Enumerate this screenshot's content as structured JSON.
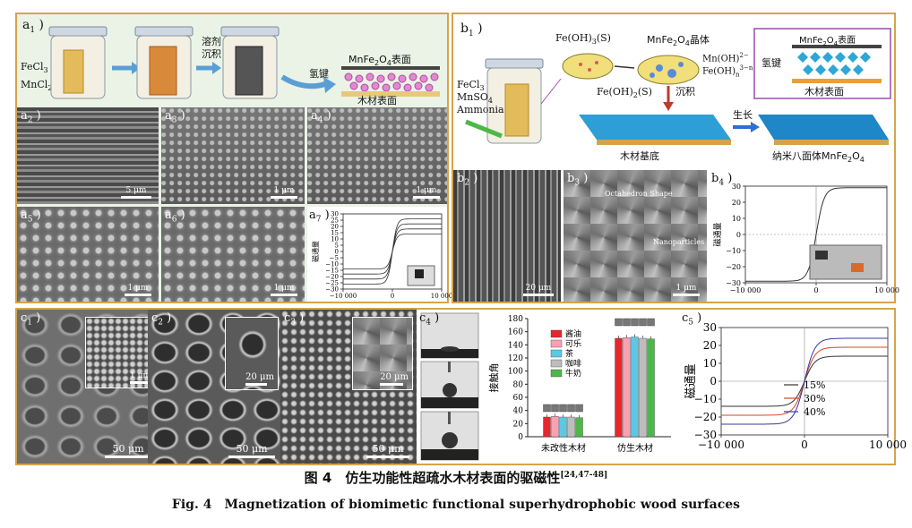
{
  "panel_a": {
    "labels": {
      "a1": "a",
      "a1_sub": "1",
      "a2": "a",
      "a2_sub": "2",
      "a3": "a",
      "a3_sub": "3",
      "a4": "a",
      "a4_sub": "4",
      "a5": "a",
      "a5_sub": "5",
      "a6": "a",
      "a6_sub": "6",
      "a7": "a",
      "a7_sub": "7"
    },
    "schematic": {
      "fecl": "FeCl",
      "fecl_sub": "3",
      "mncl": "MnCl",
      "mncl_sub": "2",
      "step": "溶剂",
      "step2": "沉积",
      "top_surface": "MnFe",
      "top_sub1": "2",
      "top_surface2": "O",
      "top_sub2": "4",
      "top_surface3": "表面",
      "hbond": "氢键",
      "wood_surface": "木材表面"
    },
    "scalebars": {
      "a2": "5 μm",
      "a3": "1 μm",
      "a4": "1 μm",
      "a5": "1 μm",
      "a6": "1 μm"
    },
    "a7_ylabel": "磁通量"
  },
  "panel_b": {
    "labels": {
      "b1": "b",
      "b1_sub": "1",
      "b2": "b",
      "b2_sub": "2",
      "b3": "b",
      "b3_sub": "3",
      "b4": "b",
      "b4_sub": "4"
    },
    "schematic": {
      "fecl": "FeCl",
      "fecl_sub": "3",
      "mnso": "MnSO",
      "mnso_sub": "4",
      "ammonia": "Ammonia",
      "feoh3": "Fe(OH)",
      "feoh3_sub": "3",
      "feoh3_tail": "(S)",
      "feoh2": "Fe(OH)",
      "feoh2_sub": "2",
      "feoh2_tail": "(S)",
      "crystal": "MnFe",
      "crystal_sub1": "2",
      "crystal2": "O",
      "crystal_sub2": "4",
      "crystal3": "晶体",
      "mnoh": "Mn(OH)",
      "mnoh_sup": "2−",
      "feohn": "Fe(OH)",
      "feohn_sub": "n",
      "feohn_sup": "3−n",
      "deposit": "沉积",
      "substrate": "木材基底",
      "grow": "生长",
      "top_surface": "MnFe",
      "top_sub1": "2",
      "top_surface2": "O",
      "top_sub2": "4",
      "top_surface3": "表面",
      "hbond": "氢键",
      "wood_surface": "木材表面",
      "nano": "纳米八面体MnFe",
      "nano_sub1": "2",
      "nano2": "O",
      "nano_sub2": "4"
    },
    "scalebars": {
      "b2": "20 μm",
      "b3": "1 μm"
    },
    "b3_annotations": {
      "octa": "Octahedron Shape",
      "nano": "Nanoparticles"
    },
    "b4_ylabel": "磁通量"
  },
  "panel_c": {
    "labels": {
      "c1": "c",
      "c1_sub": "1",
      "c2": "c",
      "c2_sub": "2",
      "c3": "c",
      "c3_sub": "3",
      "c4": "c",
      "c4_sub": "4",
      "c5": "c",
      "c5_sub": "5"
    },
    "scalebars": {
      "c1_main": "50 μm",
      "c1_inset": "1 μm",
      "c2_main": "50 μm",
      "c2_inset": "20 μm",
      "c3_main": "50 μm",
      "c3_inset": "20 μm"
    },
    "c4_ylabel": "接触角",
    "c5_ylabel": "磁通量"
  },
  "caption": {
    "cn": "图 4　仿生功能性超疏水木材表面的驱磁性",
    "cn_ref": "[24,47-48]",
    "en": "Fig. 4　Magnetization of biomimetic functional superhydrophobic wood surfaces"
  },
  "colors": {
    "frame": "#d6a34a",
    "sauce": "#e8262b",
    "cola": "#f7a1b4",
    "tea": "#5bc8e6",
    "coffee": "#bdbdbd",
    "milk": "#4db847"
  },
  "chart_data": [
    {
      "id": "a7",
      "type": "line",
      "xlim": [
        -10000,
        10000
      ],
      "ylim": [
        -30,
        30
      ],
      "xticks": [
        "−10 000",
        "0",
        "10 000"
      ],
      "yticks": [
        "30",
        "25",
        "20",
        "15",
        "10",
        "5",
        "0",
        "−5",
        "−10",
        "−15",
        "−20",
        "−25",
        "−30"
      ],
      "ylabel": "磁通量",
      "series": [
        {
          "sat": 26,
          "k": 0.0011
        },
        {
          "sat": 22,
          "k": 0.0011
        },
        {
          "sat": 18,
          "k": 0.0011
        },
        {
          "sat": 14,
          "k": 0.0011
        }
      ]
    },
    {
      "id": "b4",
      "type": "line",
      "xlim": [
        -10000,
        10000
      ],
      "ylim": [
        -30,
        30
      ],
      "xticks": [
        "−10 000",
        "0",
        "10 000"
      ],
      "yticks": [
        "30",
        "20",
        "10",
        "0",
        "−10",
        "−20",
        "−30"
      ],
      "ylabel": "磁通量",
      "series": [
        {
          "sat": 29,
          "k": 0.0009
        }
      ]
    },
    {
      "id": "c4",
      "type": "bar",
      "ylim": [
        0,
        180
      ],
      "yticks": [
        "0",
        "20",
        "40",
        "60",
        "80",
        "100",
        "120",
        "140",
        "160",
        "180"
      ],
      "ylabel": "接触角",
      "categories": [
        "未改性木材",
        "仿生木材"
      ],
      "series": [
        {
          "name": "酱油",
          "color": "#e8262b",
          "values": [
            30,
            150
          ]
        },
        {
          "name": "可乐",
          "color": "#f7a1b4",
          "values": [
            31,
            151
          ]
        },
        {
          "name": "茶",
          "color": "#5bc8e6",
          "values": [
            30,
            152
          ]
        },
        {
          "name": "咖啡",
          "color": "#bdbdbd",
          "values": [
            30,
            150
          ]
        },
        {
          "name": "牛奶",
          "color": "#4db847",
          "values": [
            29,
            149
          ]
        }
      ]
    },
    {
      "id": "c5",
      "type": "line",
      "xlim": [
        -10000,
        10000
      ],
      "ylim": [
        -30,
        30
      ],
      "xticks": [
        "−10 000",
        "0",
        "10 000"
      ],
      "yticks": [
        "30",
        "20",
        "10",
        "0",
        "−10",
        "−20",
        "−30"
      ],
      "ylabel": "磁通量",
      "series": [
        {
          "name": "15%",
          "color": "#333333",
          "sat": 14,
          "k": 0.0008
        },
        {
          "name": "30%",
          "color": "#d04a2a",
          "sat": 19,
          "k": 0.0008
        },
        {
          "name": "40%",
          "color": "#3a3a9a",
          "sat": 24,
          "k": 0.0008
        }
      ]
    }
  ]
}
